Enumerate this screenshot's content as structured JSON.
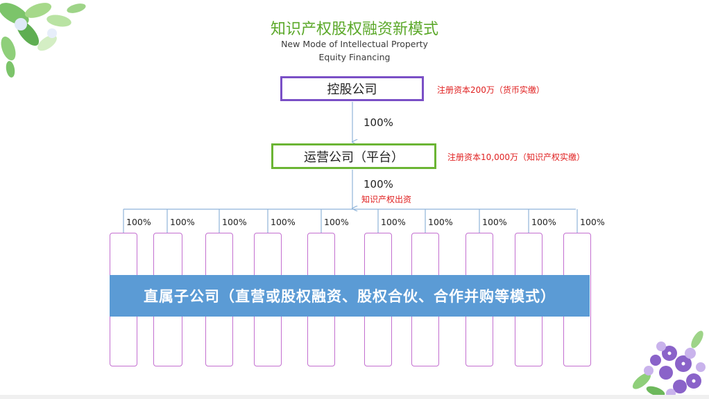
{
  "title": "知识产权股权融资新模式",
  "subtitle_line1": "New Mode of Intellectual Property",
  "subtitle_line2": "Equity Financing",
  "holding": {
    "label": "控股公司",
    "note": "注册资本200万（货币实缴）"
  },
  "holding_to_operating_pct": "100%",
  "operating": {
    "label": "运营公司（平台）",
    "note": "注册资本10,000万（知识产权实缴）"
  },
  "operating_to_subs_pct": "100%",
  "operating_to_subs_note": "知识产权出资",
  "subsidiaries": {
    "percents": [
      "100%",
      "100%",
      "100%",
      "100%",
      "100%",
      "100%",
      "100%",
      "100%",
      "100%",
      "100%"
    ],
    "banner": "直属子公司（直营或股权融资、股权合伙、合作并购等模式）"
  },
  "colors": {
    "title": "#5ba829",
    "holding_border": "#7a4fc6",
    "operating_border": "#6bb534",
    "sub_border": "#c36fd0",
    "banner_bg": "#5b9bd5",
    "note": "#e02020"
  },
  "decorations": [
    "leaf-decoration-top-left",
    "flower-decoration-bottom-right"
  ]
}
